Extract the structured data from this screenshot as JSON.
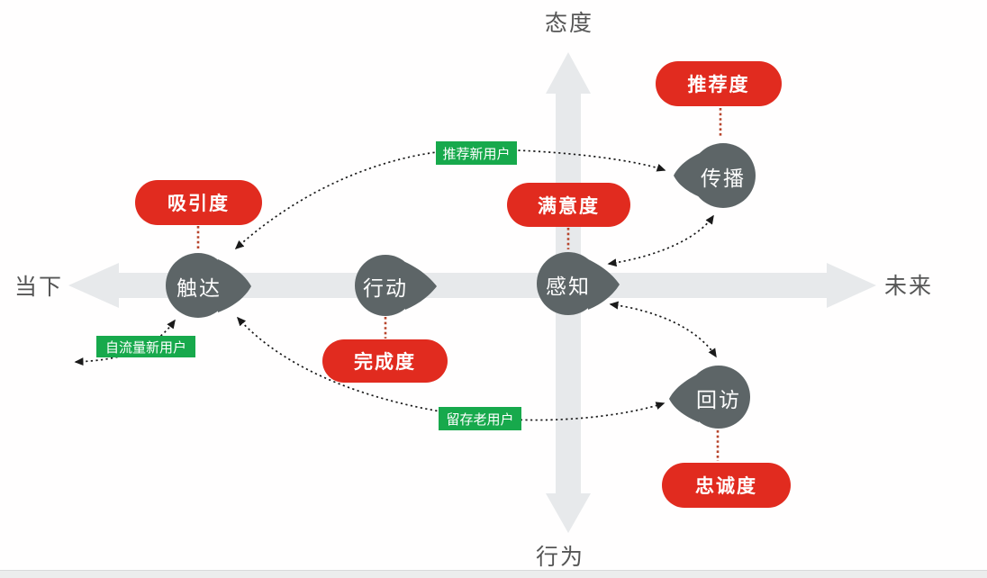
{
  "diagram": {
    "title_context": "user-growth quadrant diagram",
    "axis": {
      "top": "态度",
      "bottom": "行为",
      "left": "当下",
      "right": "未来"
    },
    "nodes": [
      {
        "id": "reach",
        "label": "触达"
      },
      {
        "id": "action",
        "label": "行动"
      },
      {
        "id": "perception",
        "label": "感知"
      },
      {
        "id": "spread",
        "label": "传播"
      },
      {
        "id": "revisit",
        "label": "回访"
      }
    ],
    "metrics": [
      {
        "id": "attractiveness",
        "label": "吸引度",
        "attached_to": "触达"
      },
      {
        "id": "completion",
        "label": "完成度",
        "attached_to": "行动"
      },
      {
        "id": "satisfaction",
        "label": "满意度",
        "attached_to": "感知"
      },
      {
        "id": "recommendation",
        "label": "推荐度",
        "attached_to": "传播"
      },
      {
        "id": "loyalty",
        "label": "忠诚度",
        "attached_to": "回访"
      }
    ],
    "flow_tags": [
      {
        "id": "recommended-new-users",
        "label": "推荐新用户",
        "on_flow": "传播→触达"
      },
      {
        "id": "organic-new-users",
        "label": "自流量新用户",
        "on_flow": "外部→触达"
      },
      {
        "id": "retained-old-users",
        "label": "留存老用户",
        "on_flow": "回访→触达"
      }
    ],
    "colors": {
      "metric_pill_red": "#e12b1f",
      "node_gray": "#5d6567",
      "flow_tag_green": "#17a94c",
      "axis_gray": "#e7e9eb",
      "axis_label_gray": "#555555",
      "metric_connector_red": "#b7452c",
      "flow_arrow_black": "#1a1a1a"
    }
  }
}
